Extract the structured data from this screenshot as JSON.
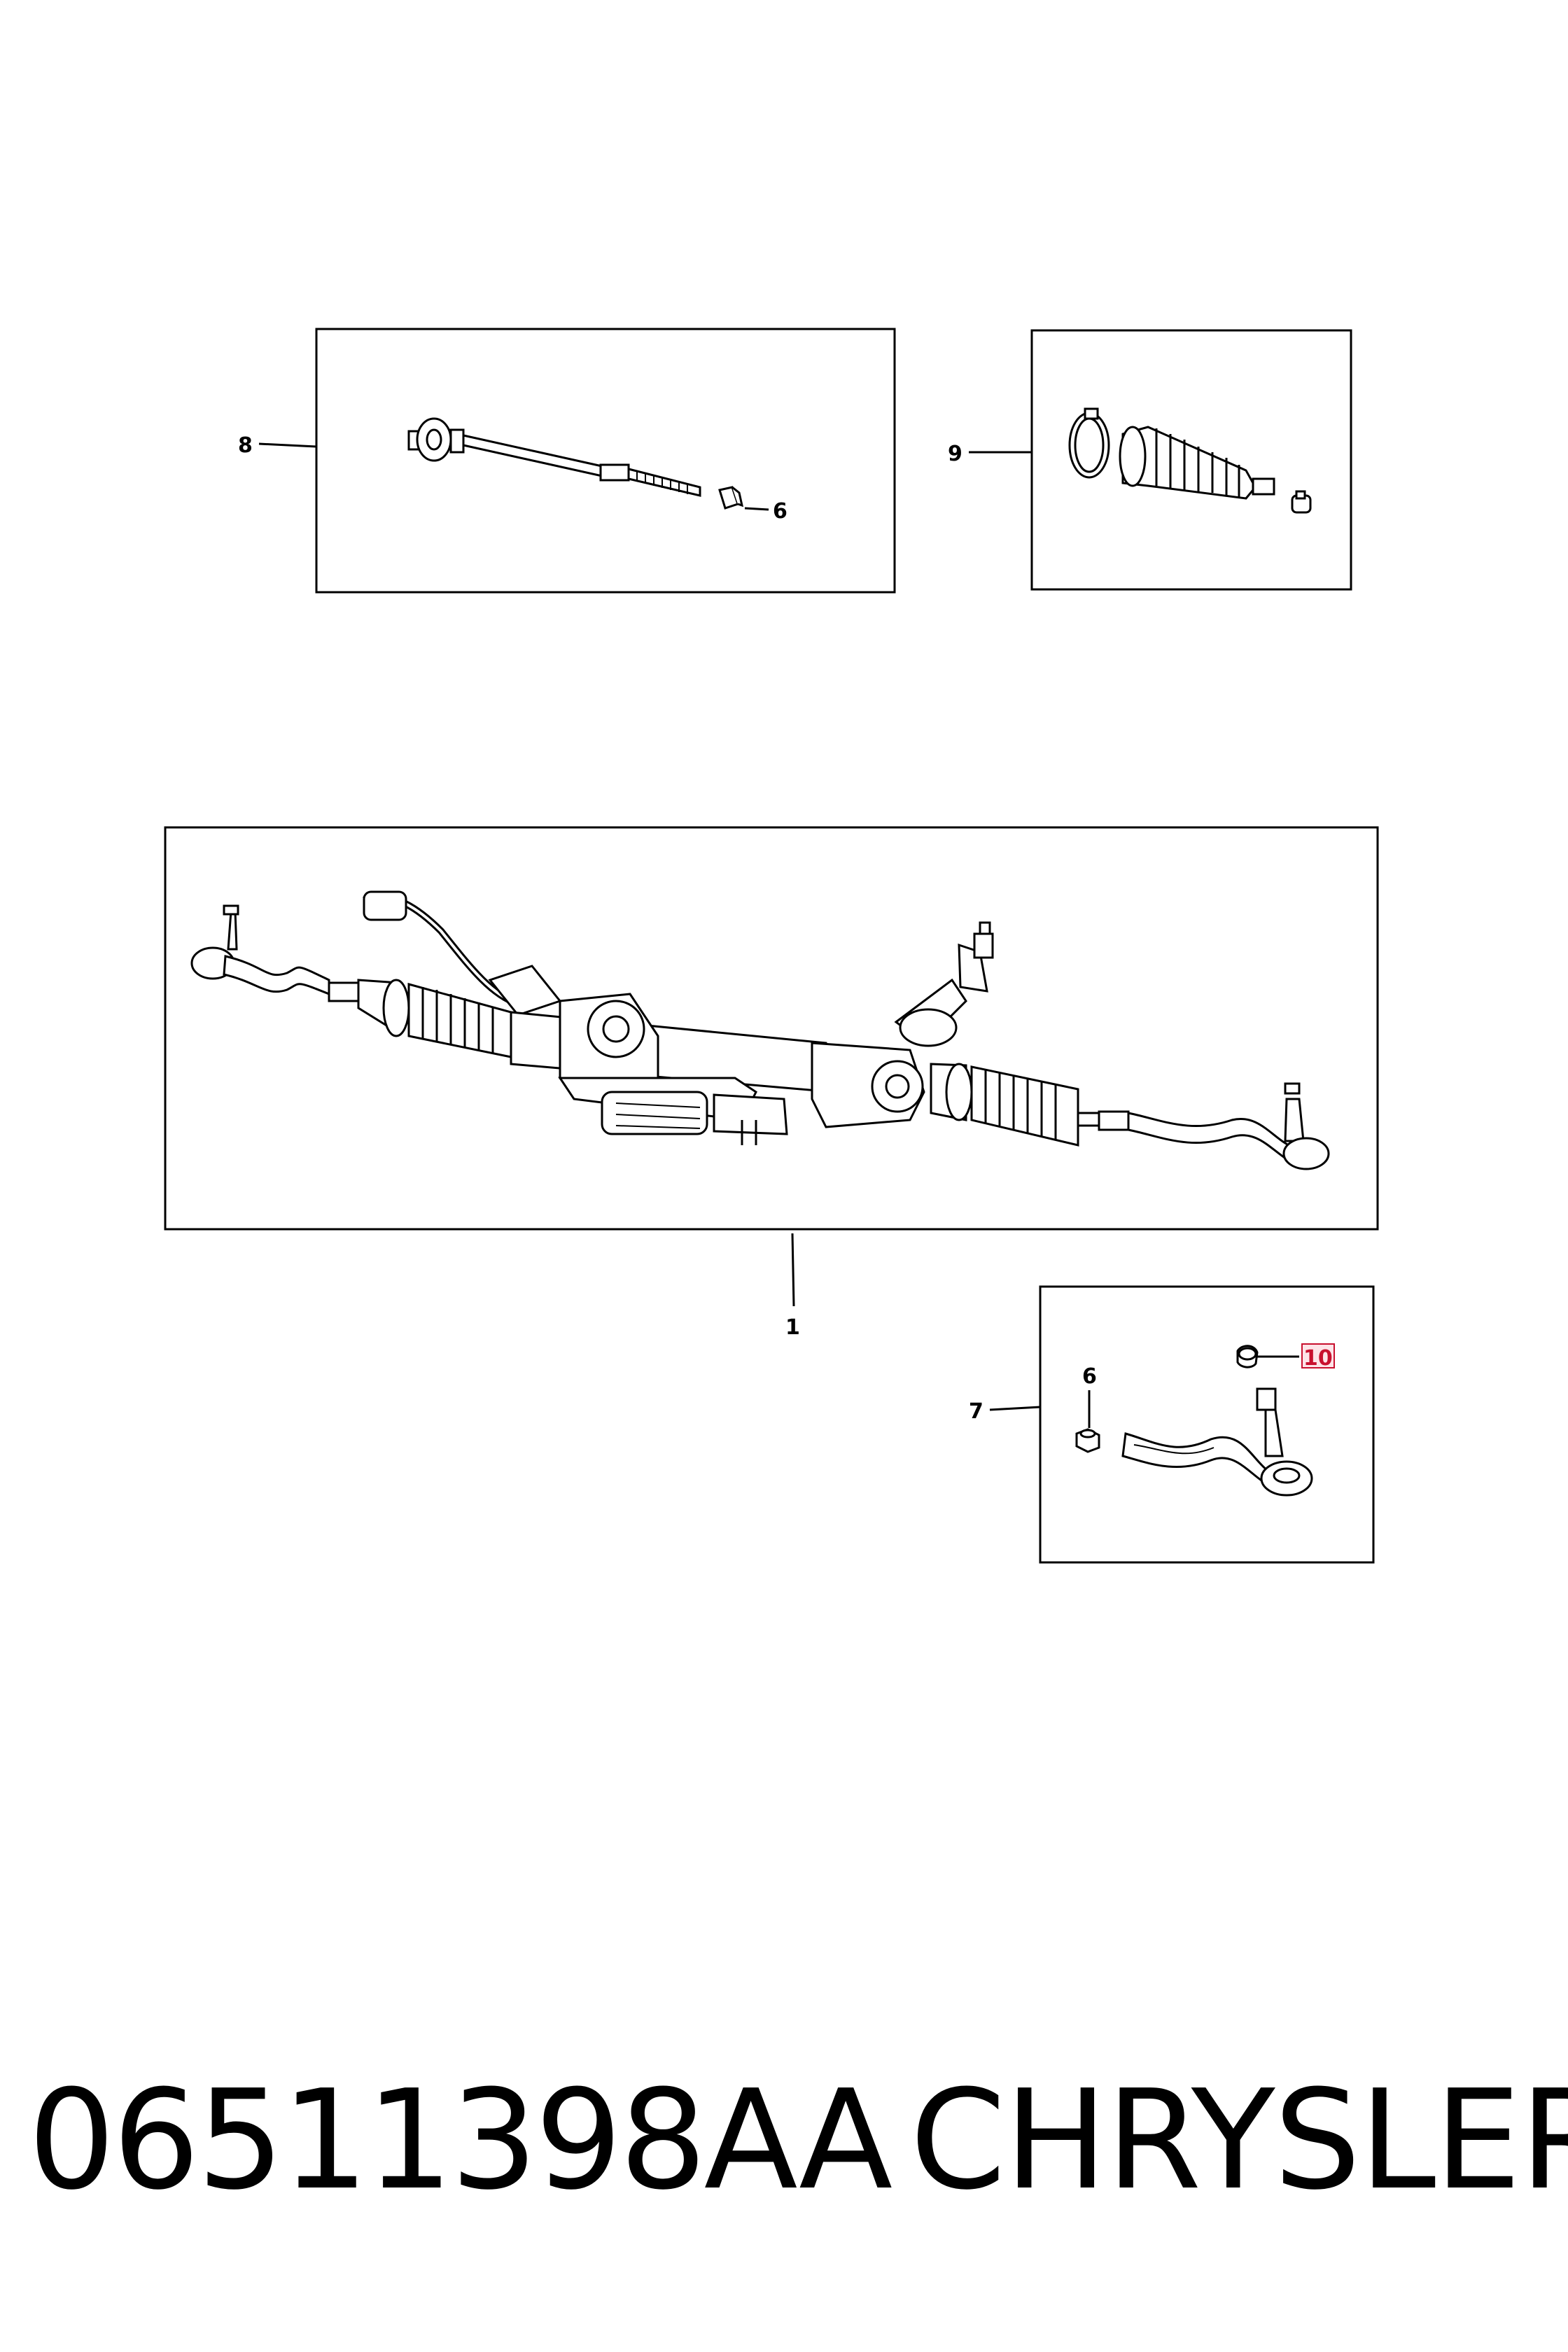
{
  "callouts": {
    "inner_tie_rod": "8",
    "inner_tie_rod_nut": "6",
    "boot_kit": "9",
    "steering_gear": "1",
    "outer_tie_rod": "7",
    "outer_tie_rod_nut": "6",
    "outer_tie_rod_seal": "10"
  },
  "footer": {
    "part_number": "06511398AA",
    "brand": "CHRYSLER"
  },
  "colors": {
    "line": "#000000",
    "highlight": "#c8102e"
  }
}
